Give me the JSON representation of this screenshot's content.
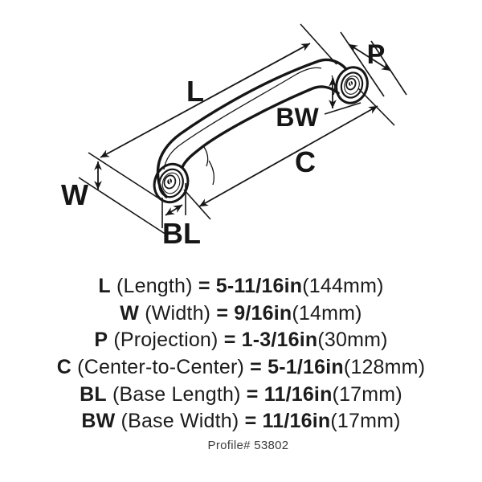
{
  "diagram": {
    "labels": {
      "L": "L",
      "W": "W",
      "P": "P",
      "C": "C",
      "BL": "BL",
      "BW": "BW"
    }
  },
  "specs": [
    {
      "label": "L",
      "desc": " (Length) ",
      "value": "= 5-11/16in",
      "metric": "(144mm)"
    },
    {
      "label": "W",
      "desc": " (Width) ",
      "value": "= 9/16in",
      "metric": "(14mm)"
    },
    {
      "label": "P",
      "desc": " (Projection) ",
      "value": "= 1-3/16in",
      "metric": "(30mm)"
    },
    {
      "label": "C",
      "desc": " (Center-to-Center) ",
      "value": "= 5-1/16in",
      "metric": "(128mm)"
    },
    {
      "label": "BL",
      "desc": " (Base Length) ",
      "value": "= 11/16in",
      "metric": "(17mm)"
    },
    {
      "label": "BW",
      "desc": " (Base Width) ",
      "value": "= 11/16in",
      "metric": "(17mm)"
    }
  ],
  "footer": {
    "profile": "Profile# 53802"
  },
  "colors": {
    "line": "#161616",
    "text": "#1c1c1c",
    "muted": "#3d3d3d",
    "background": "#ffffff"
  }
}
